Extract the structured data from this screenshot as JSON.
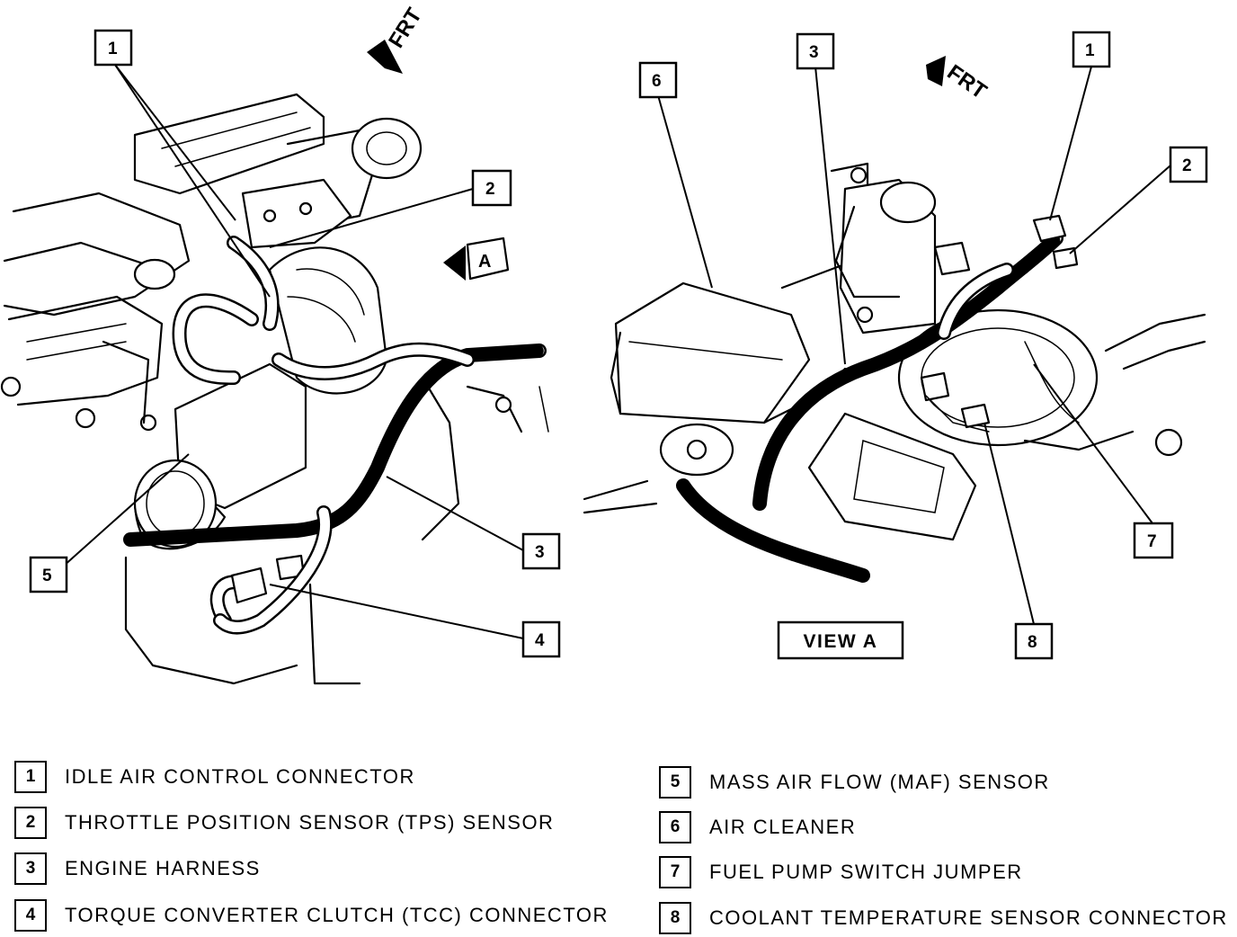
{
  "views": {
    "main": {
      "front_label": "FRT",
      "view_marker": "A",
      "callouts": [
        "1",
        "2",
        "3",
        "4",
        "5"
      ]
    },
    "view_a": {
      "title": "VIEW A",
      "front_label": "FRT",
      "callouts": [
        "6",
        "3",
        "1",
        "2",
        "7",
        "8"
      ]
    }
  },
  "legend": [
    {
      "num": "1",
      "label": "IDLE AIR CONTROL CONNECTOR"
    },
    {
      "num": "2",
      "label": "THROTTLE POSITION SENSOR (TPS) SENSOR"
    },
    {
      "num": "3",
      "label": "ENGINE HARNESS"
    },
    {
      "num": "4",
      "label": "TORQUE CONVERTER CLUTCH (TCC) CONNECTOR"
    },
    {
      "num": "5",
      "label": "MASS AIR FLOW (MAF) SENSOR"
    },
    {
      "num": "6",
      "label": "AIR CLEANER"
    },
    {
      "num": "7",
      "label": "FUEL PUMP SWITCH JUMPER"
    },
    {
      "num": "8",
      "label": "COOLANT TEMPERATURE SENSOR CONNECTOR"
    }
  ]
}
